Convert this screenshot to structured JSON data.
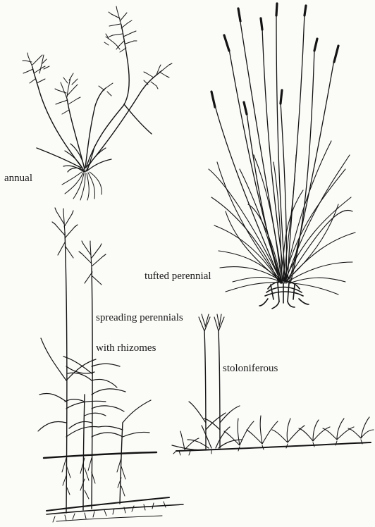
{
  "labels": {
    "annual": "annual",
    "tufted": "tufted perennial",
    "spreading_line1": "spreading perennials",
    "spreading_line2": "with rhizomes",
    "stoloniferous": "stoloniferous"
  },
  "figure": {
    "ink_color": "#141414",
    "paper_color": "#fbfbf8",
    "plants": [
      "annual-grass",
      "tufted-perennial-grass",
      "rhizomatous-grass",
      "stoloniferous-grass"
    ]
  }
}
